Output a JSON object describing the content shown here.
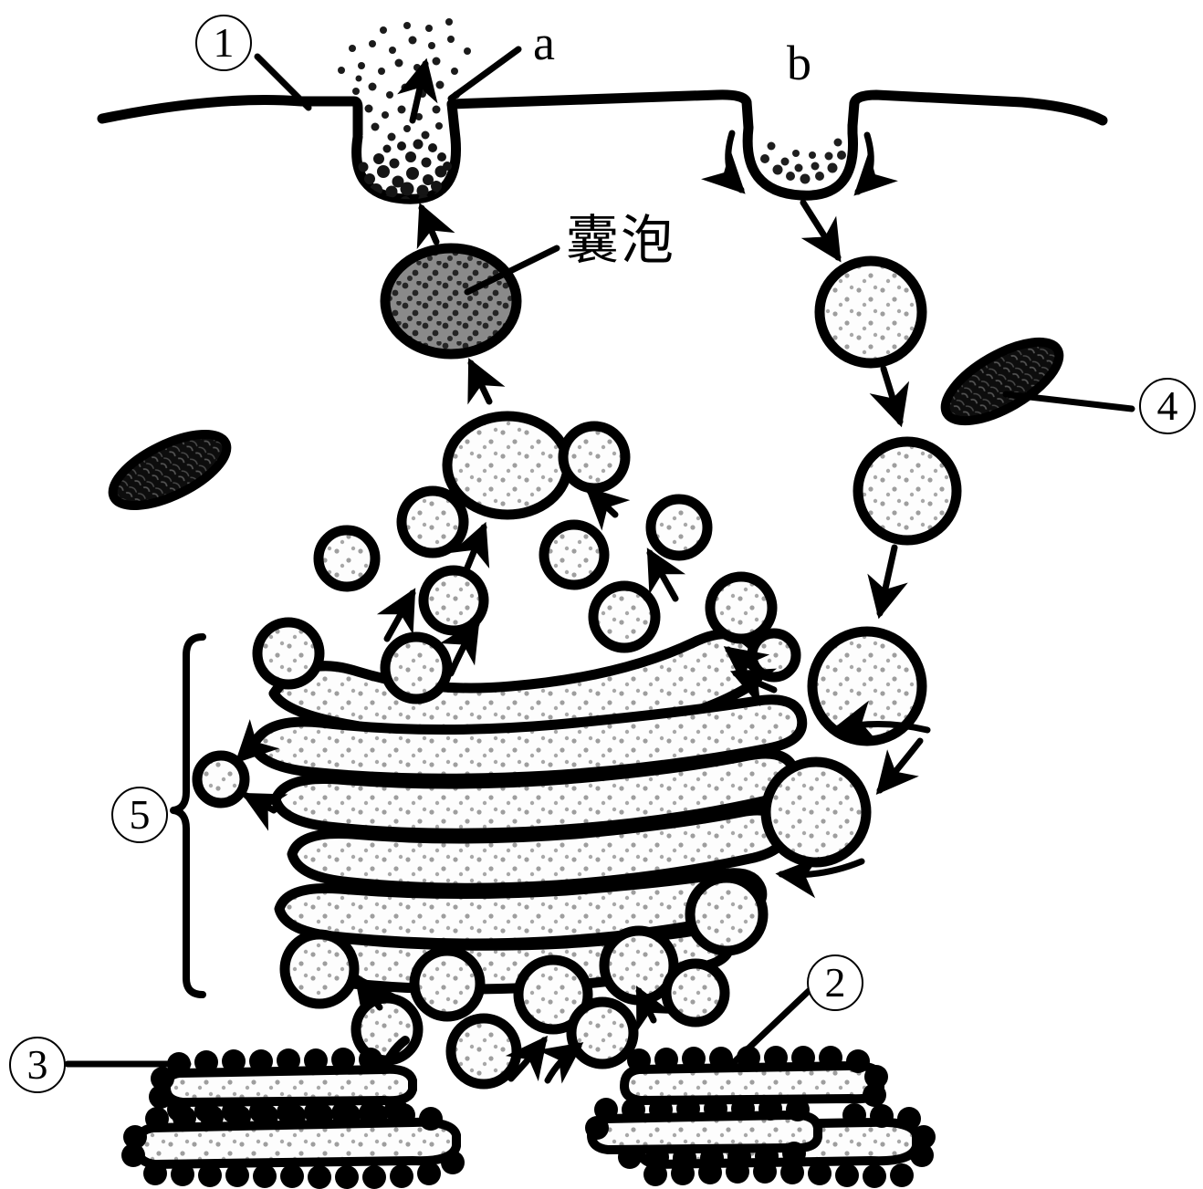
{
  "figure": {
    "title": "Cell secretory and endocytic pathway diagram",
    "background_color": "#ffffff",
    "stroke_color": "#000000",
    "vesicle_fill": "#fdfdfd",
    "vesicle_dot_color": "#9a9a9a",
    "secretory_vesicle_fill": "#8a8a8a",
    "secretory_vesicle_dot_color": "#2a2a2a",
    "mitochondrion_fill": "#111111"
  },
  "labels": {
    "n1": {
      "text": "1",
      "kind": "circled-number",
      "points_to": "plasma-membrane"
    },
    "n2": {
      "text": "2",
      "kind": "circled-number",
      "points_to": "endoplasmic-reticulum-membrane"
    },
    "n3": {
      "text": "3",
      "kind": "circled-number",
      "points_to": "ribosome"
    },
    "n4": {
      "text": "4",
      "kind": "circled-number",
      "points_to": "mitochondrion"
    },
    "n5": {
      "text": "5",
      "kind": "circled-number",
      "points_to": "golgi-apparatus",
      "connector": "curly-brace"
    },
    "a": {
      "text": "a",
      "kind": "letter",
      "points_to": "exocytosis-site"
    },
    "b": {
      "text": "b",
      "kind": "letter",
      "points_to": "endocytosis-pit"
    },
    "vesicle_cn": {
      "text": "囊泡",
      "kind": "cjk-text",
      "points_to": "secretory-vesicle"
    }
  },
  "structures": {
    "plasma_membrane": "plasma membrane",
    "exocytosis_pit": "exocytosis pit with released granular content",
    "endocytosis_pit": "endocytosis pit with engulfed particles",
    "secretory_vesicle": "dark-filled secretory vesicle",
    "golgi": "golgi apparatus stack of 6 cisternae",
    "rough_er_left": "rough endoplasmic reticulum (left)",
    "rough_er_right": "rough endoplasmic reticulum (right)",
    "mitochondrion_left": "mitochondrion (left)",
    "mitochondrion_right": "mitochondrion (right)",
    "transport_vesicles": "transport vesicles",
    "endocytic_vesicles": "endocytic vesicles"
  },
  "counts": {
    "golgi_cisternae": 6,
    "endocytic_vesicles": 2,
    "mitochondria": 2
  }
}
